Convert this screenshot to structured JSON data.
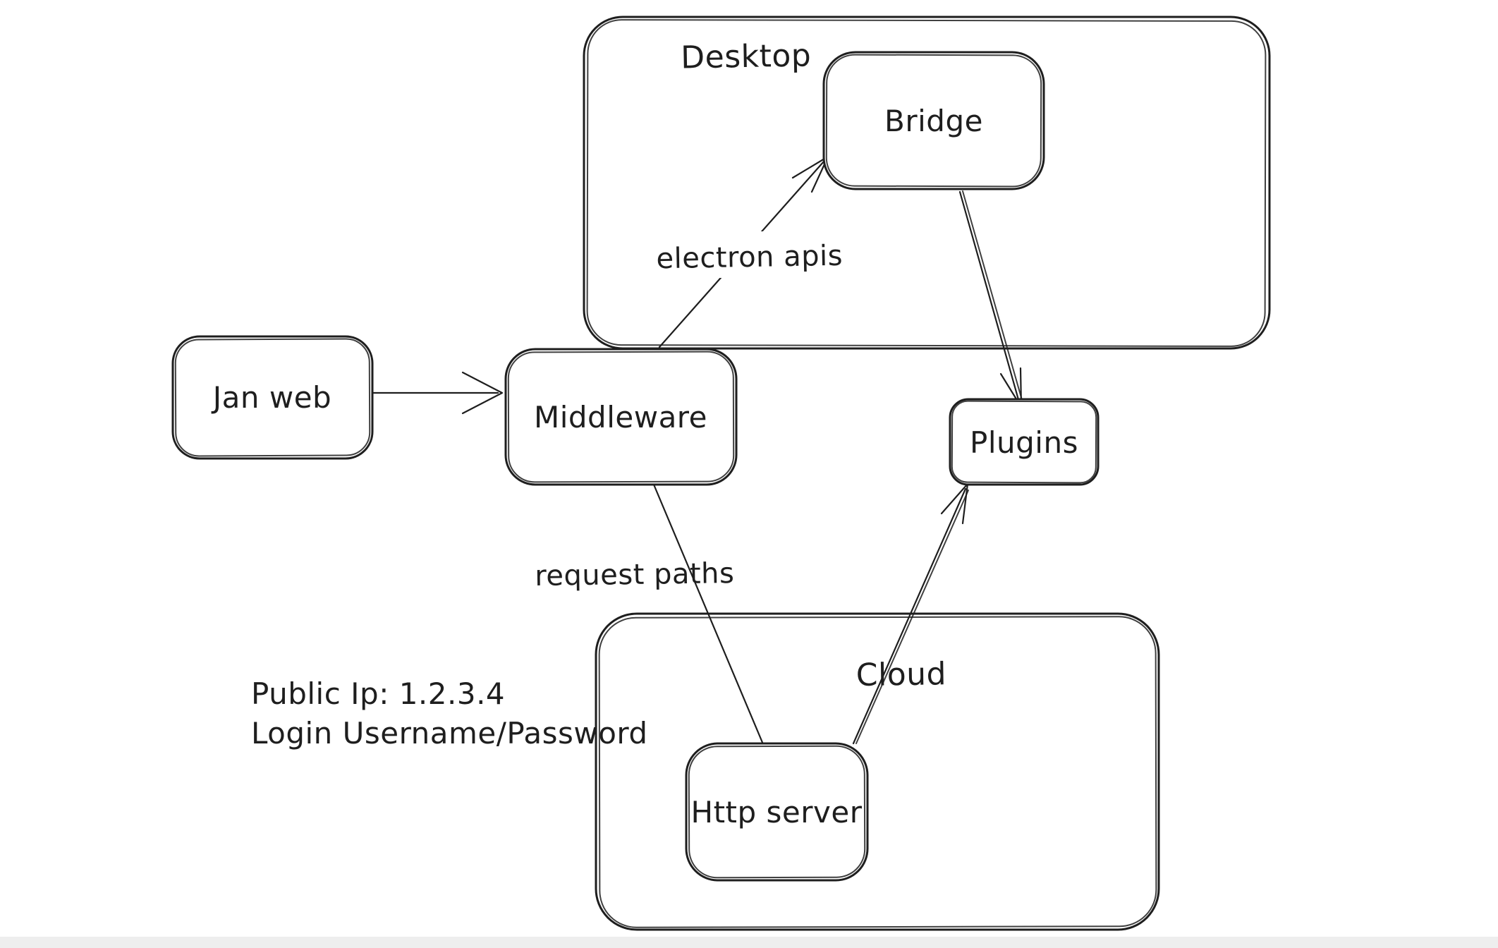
{
  "canvas": {
    "background": "#ffffff",
    "ink_color": "#1e1e1e",
    "bottom_strip_color": "#eeeeee"
  },
  "containers": [
    {
      "id": "desktop",
      "label": "Desktop"
    },
    {
      "id": "cloud",
      "label": "Cloud"
    }
  ],
  "nodes": [
    {
      "id": "jan-web",
      "label": "Jan web"
    },
    {
      "id": "bridge",
      "label": "Bridge"
    },
    {
      "id": "middleware",
      "label": "Middleware"
    },
    {
      "id": "plugins",
      "label": "Plugins"
    },
    {
      "id": "http-server",
      "label": "Http server"
    }
  ],
  "edges": [
    {
      "id": "jan-web-to-middleware",
      "from": "Jan web",
      "to": "Middleware",
      "label": ""
    },
    {
      "id": "middleware-to-bridge",
      "from": "Middleware",
      "to": "Bridge",
      "label": "electron apis"
    },
    {
      "id": "bridge-to-plugins",
      "from": "Bridge",
      "to": "Plugins",
      "label": ""
    },
    {
      "id": "middleware-to-http-server",
      "from": "Middleware",
      "to": "Http server",
      "label": "request paths"
    },
    {
      "id": "http-server-to-plugins",
      "from": "Http server",
      "to": "Plugins",
      "label": ""
    }
  ],
  "annotations": [
    {
      "id": "cloud-credentials",
      "lines": [
        "Public Ip: 1.2.3.4",
        "Login Username/Password"
      ]
    }
  ]
}
